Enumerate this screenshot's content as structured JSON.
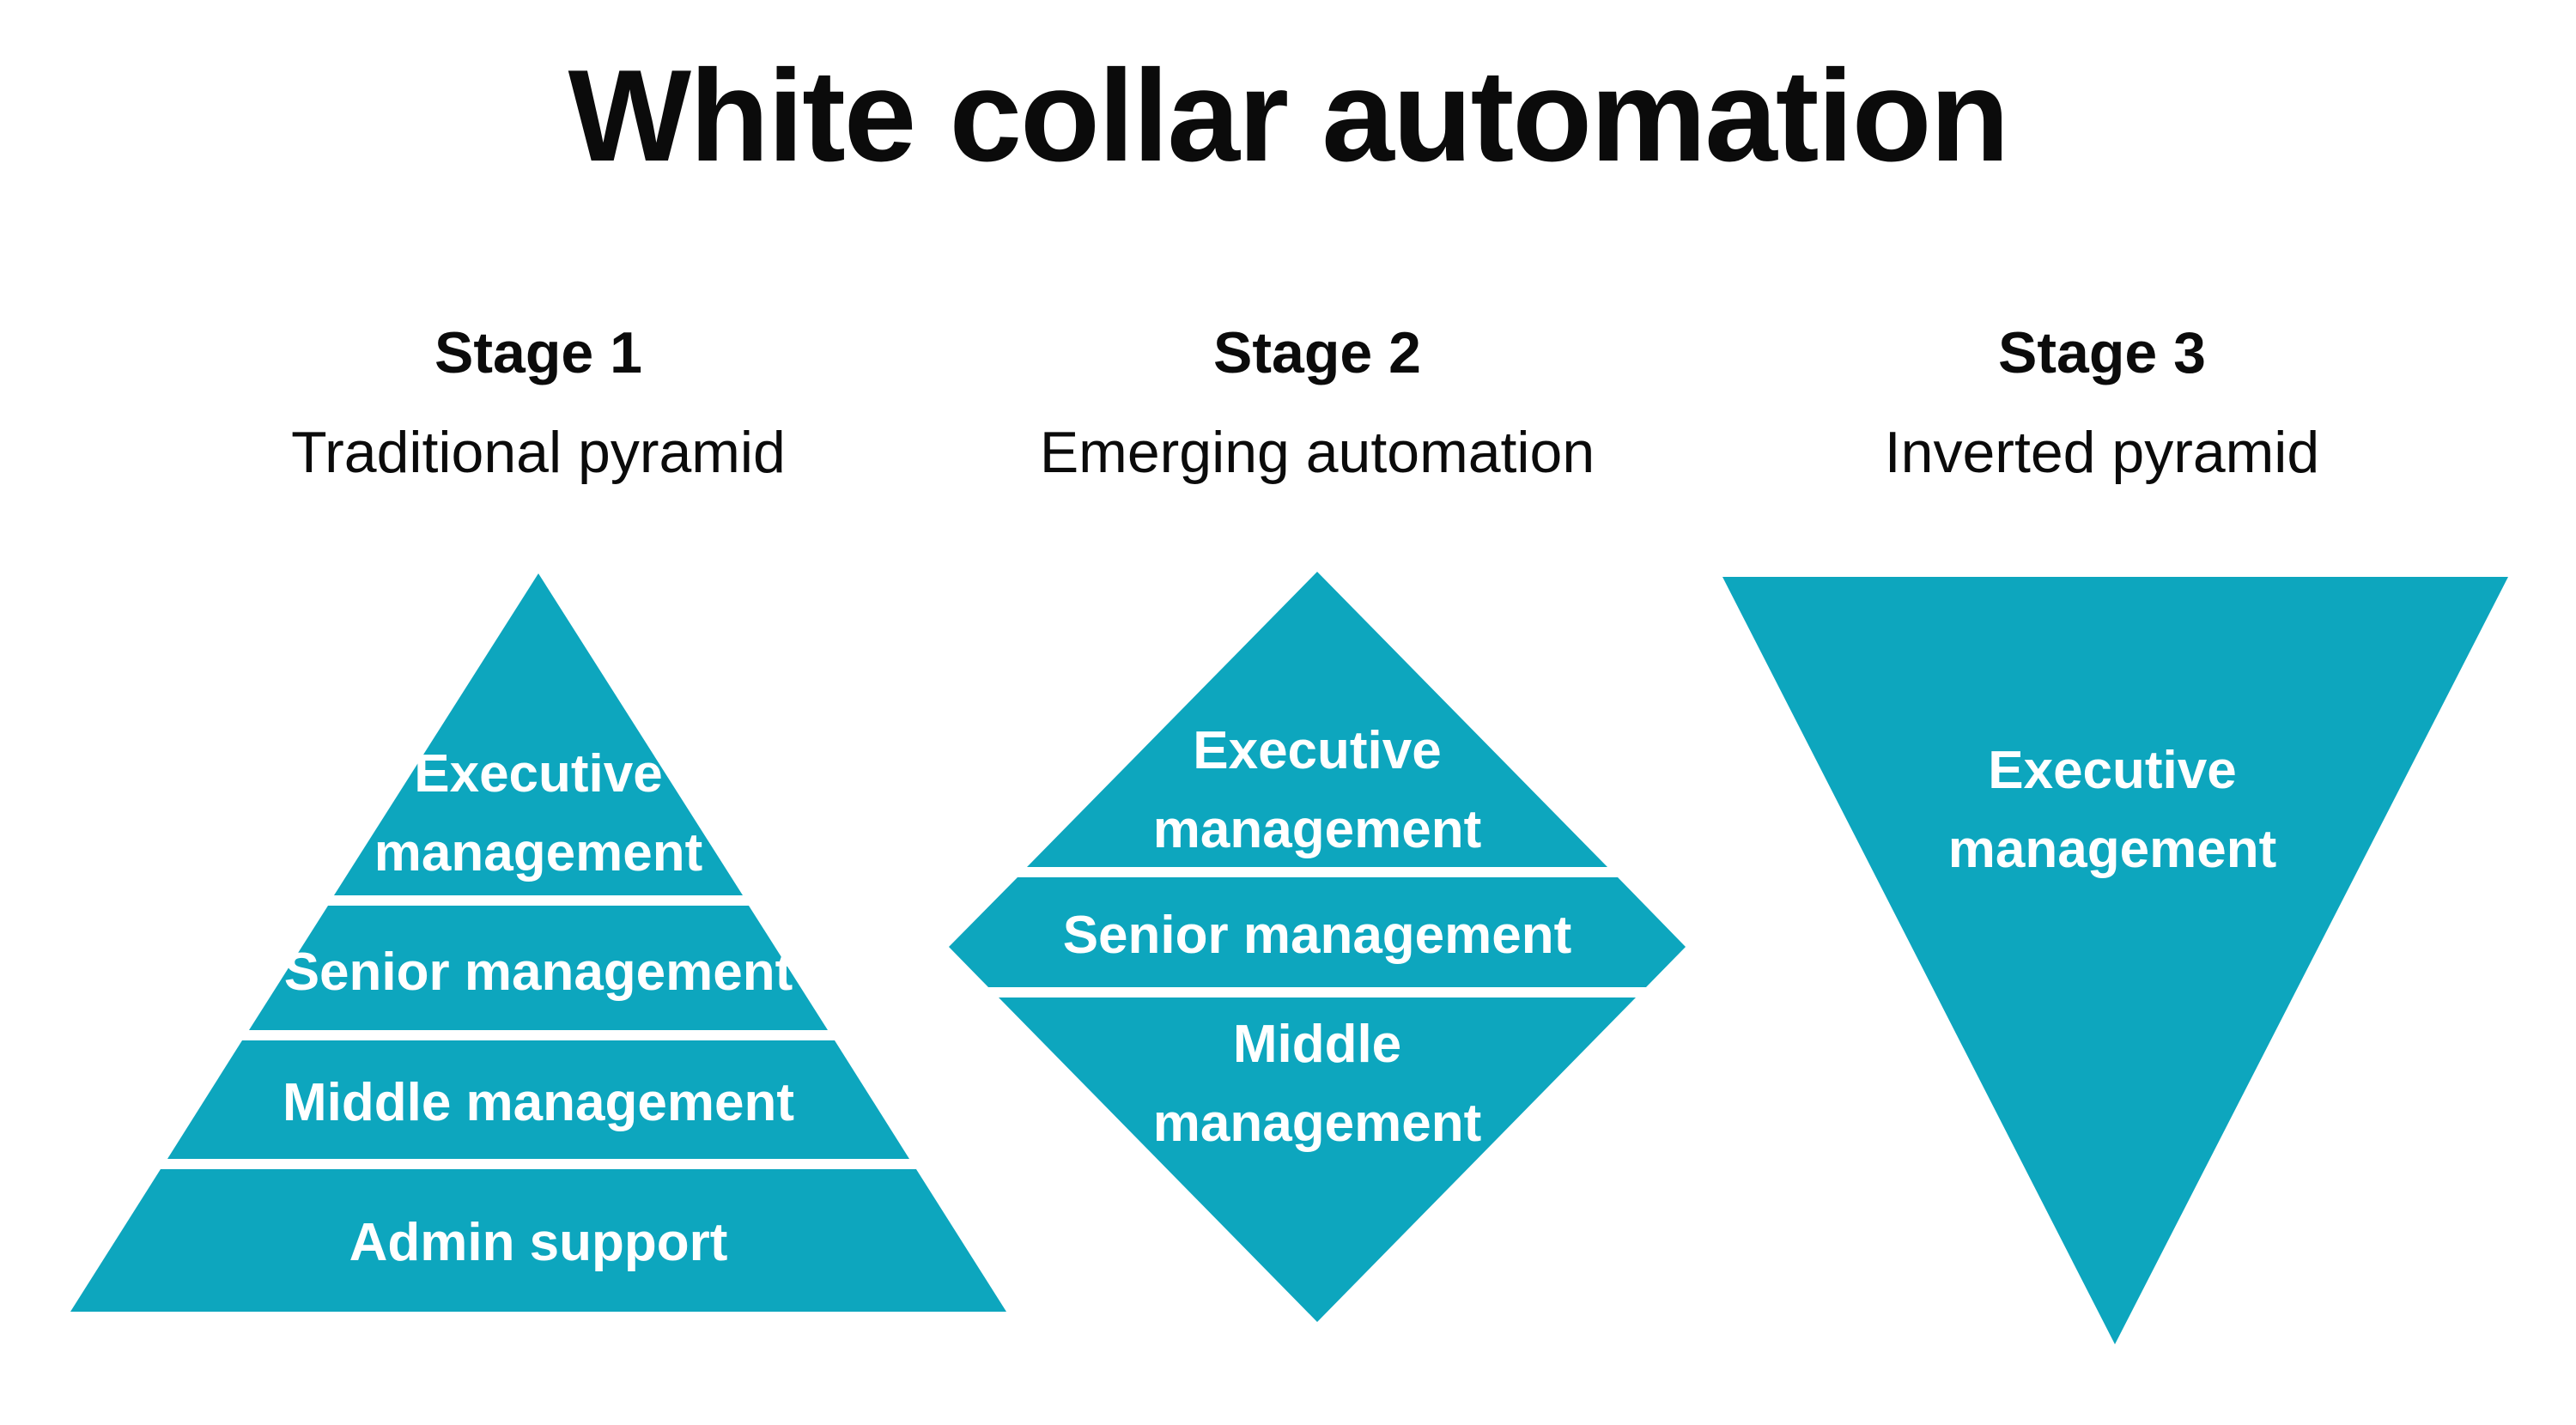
{
  "title": "White collar automation",
  "colors": {
    "shape": "#0da6be",
    "label": "#ffffff",
    "heading": "#0b0b0b",
    "bg": "#ffffff"
  },
  "stages": [
    {
      "name": "Stage 1",
      "subtitle": "Traditional pyramid",
      "shape": "pyramid",
      "layers": [
        "Executive management",
        "Senior management",
        "Middle management",
        "Admin support"
      ]
    },
    {
      "name": "Stage 2",
      "subtitle": "Emerging automation",
      "shape": "diamond",
      "layers": [
        "Executive management",
        "Senior management",
        "Middle management"
      ]
    },
    {
      "name": "Stage 3",
      "subtitle": "Inverted pyramid",
      "shape": "inverted-pyramid",
      "layers": [
        "Executive management"
      ]
    }
  ]
}
